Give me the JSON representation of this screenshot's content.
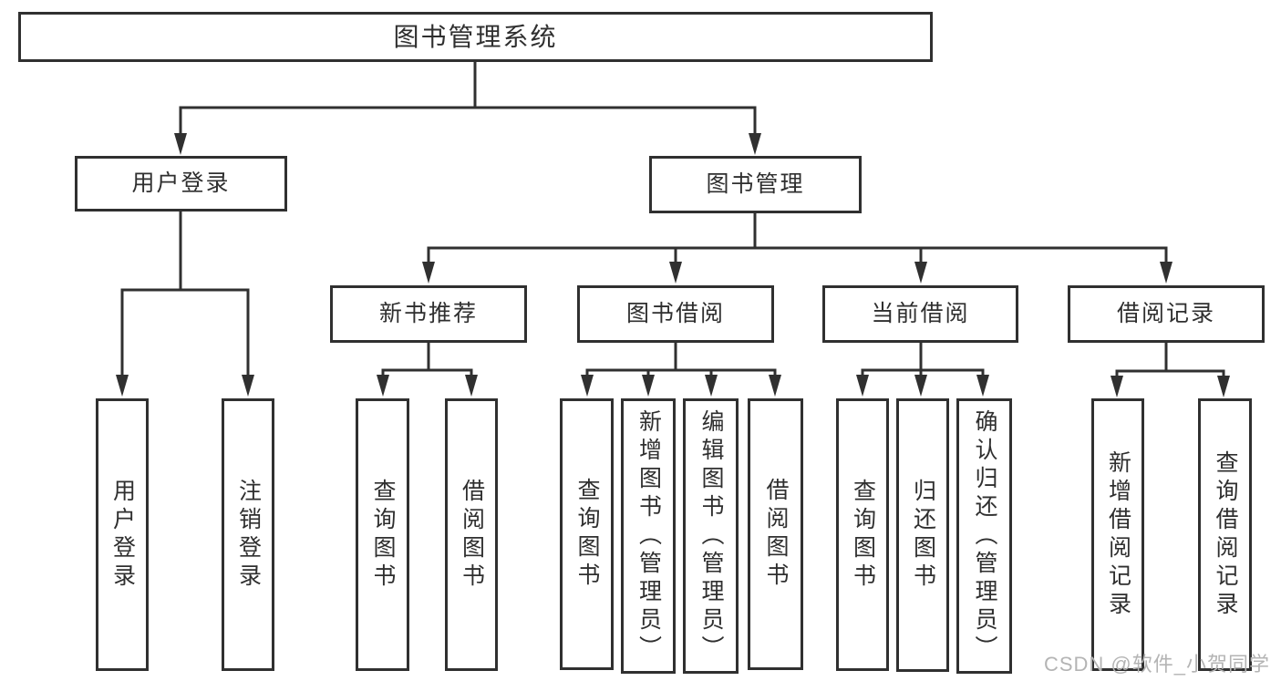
{
  "diagram": {
    "title": "图书管理系统",
    "type": "hierarchy-tree"
  },
  "nodes": {
    "root": "图书管理系统",
    "l2_user_login": "用户登录",
    "l2_book_mgmt": "图书管理",
    "l3_new_book": "新书推荐",
    "l3_book_borrow": "图书借阅",
    "l3_current_borrow": "当前借阅",
    "l3_borrow_record": "借阅记录",
    "leaf_user_login": "用户登录",
    "leaf_logout": "注销登录",
    "leaf_nb_query": "查询图书",
    "leaf_nb_borrow": "借阅图书",
    "leaf_bb_query": "查询图书",
    "leaf_bb_add": "新增图书（管理员）",
    "leaf_bb_edit": "编辑图书（管理员）",
    "leaf_bb_borrow": "借阅图书",
    "leaf_cb_query": "查询图书",
    "leaf_cb_return": "归还图书",
    "leaf_cb_confirm": "确认归还（管理员）",
    "leaf_br_add": "新增借阅记录",
    "leaf_br_query": "查询借阅记录"
  },
  "hierarchy": [
    {
      "label": "用户登录",
      "children": [
        "用户登录",
        "注销登录"
      ]
    },
    {
      "label": "图书管理",
      "children": [
        {
          "label": "新书推荐",
          "children": [
            "查询图书",
            "借阅图书"
          ]
        },
        {
          "label": "图书借阅",
          "children": [
            "查询图书",
            "新增图书（管理员）",
            "编辑图书（管理员）",
            "借阅图书"
          ]
        },
        {
          "label": "当前借阅",
          "children": [
            "查询图书",
            "归还图书",
            "确认归还（管理员）"
          ]
        },
        {
          "label": "借阅记录",
          "children": [
            "新增借阅记录",
            "查询借阅记录"
          ]
        }
      ]
    }
  ],
  "watermark": "CSDN @软件_小贺同学",
  "colors": {
    "line": "#303030",
    "box_border": "#303030",
    "text": "#2f2f2f",
    "watermark": "#b4b4b4",
    "background": "#ffffff"
  }
}
